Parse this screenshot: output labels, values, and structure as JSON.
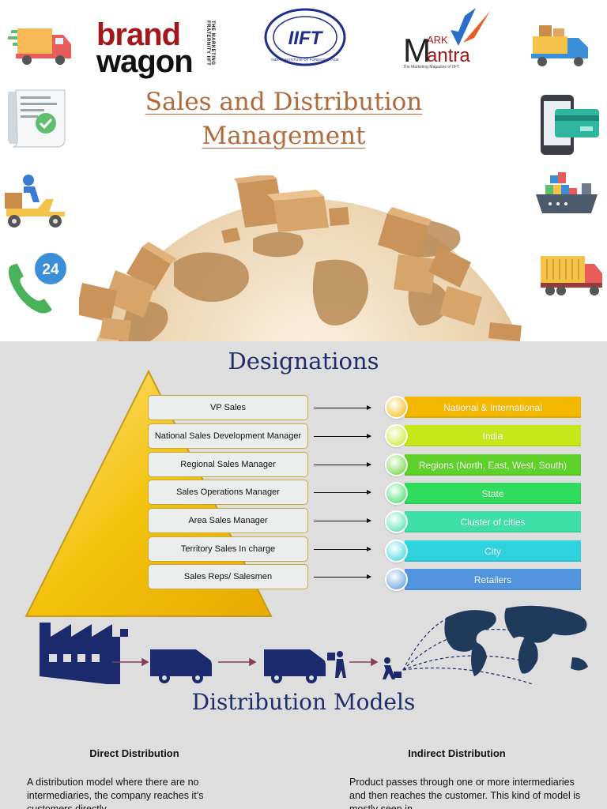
{
  "header": {
    "title_line1": "Sales and Distribution",
    "title_line2": "Management",
    "brand_logo": {
      "line1": "brand",
      "line2": "wagon",
      "tagline": "THE MARKETING FRATERNITY IIFT"
    },
    "iift_logo": {
      "text": "IIFT",
      "ring_text": "INDIAN INSTITUTE OF FOREIGN TRADE"
    },
    "mark_mantra_logo": {
      "line1": "ARK",
      "line2": "antra",
      "initial": "M",
      "tagline": "The Marketing Magazine of IIFT"
    },
    "phone_icon_number": "24"
  },
  "designations": {
    "heading": "Designations",
    "roles": [
      "VP Sales",
      "National Sales Development Manager",
      "Regional Sales Manager",
      "Sales Operations Manager",
      "Area Sales Manager",
      "Territory Sales In charge",
      "Sales Reps/ Salesmen"
    ],
    "levels": [
      {
        "label": "National & International",
        "color": "#f5b800"
      },
      {
        "label": "India",
        "color": "#c6e81a"
      },
      {
        "label": "Regions (North, East, West, South)",
        "color": "#5fd22a"
      },
      {
        "label": "State",
        "color": "#2fdc5c"
      },
      {
        "label": "Cluster of cities",
        "color": "#3ee0a8"
      },
      {
        "label": "City",
        "color": "#2fd3e0"
      },
      {
        "label": "Retailers",
        "color": "#4f94dd"
      }
    ]
  },
  "distribution": {
    "heading": "Distribution Models",
    "direct": {
      "title": "Direct Distribution",
      "text": "A distribution model where there are no intermediaries, the company reaches it’s customers directly."
    },
    "indirect": {
      "title": "Indirect Distribution",
      "text": "Product passes through one or more intermediaries and then reaches the customer. This kind of model is mostly seen in"
    }
  },
  "colors": {
    "title": "#b26a3a",
    "heading": "#1f2d6b",
    "pyramid": "#f4c20d",
    "navy": "#1a2a6c",
    "section_bg": "#dedede"
  }
}
